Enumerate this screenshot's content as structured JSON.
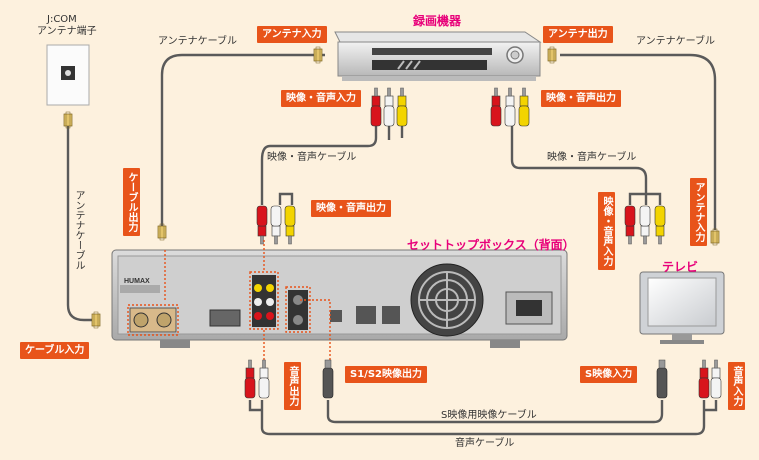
{
  "labels": {
    "jcom": "J:COM",
    "jcom_terminal": "アンテナ端子",
    "recorder_title": "録画機器",
    "stb_title": "セットトップボックス（背面）",
    "tv_title": "テレビ",
    "antenna_cable_left": "アンテナケーブル",
    "antenna_cable_right": "アンテナケーブル",
    "antenna_cable_vertical": "アンテナケーブル",
    "av_cable_left": "映像・音声ケーブル",
    "av_cable_right": "映像・音声ケーブル",
    "s_video_cable": "S映像用映像ケーブル",
    "audio_cable": "音声ケーブル",
    "brand": "HUMAX"
  },
  "tags": {
    "antenna_in": "アンテナ入力",
    "antenna_out": "アンテナ出力",
    "av_in_recorder": "映像・音声入力",
    "av_out_recorder": "映像・音声出力",
    "av_out_stb": "映像・音声出力",
    "cable_out": "ケーブル出力",
    "cable_in": "ケーブル入力",
    "tv_av_in": "映像・音声入力",
    "tv_antenna_in": "アンテナ入力",
    "audio_out": "音声出力",
    "s_out": "S1/S2映像出力",
    "s_in": "S映像入力",
    "audio_in": "音声入力"
  },
  "colors": {
    "background": "#fdf1de",
    "tag": "#e8541a",
    "accent_pink": "#e8007a",
    "plug_red": "#d8141c",
    "plug_white": "#f4f4f4",
    "plug_yellow": "#f3d400",
    "cable": "#5a5a5a"
  },
  "icons": [
    "wall-outlet-icon",
    "recorder-icon",
    "stb-icon",
    "tv-icon",
    "rca-plug-icon",
    "s-video-plug-icon",
    "f-connector-icon"
  ]
}
